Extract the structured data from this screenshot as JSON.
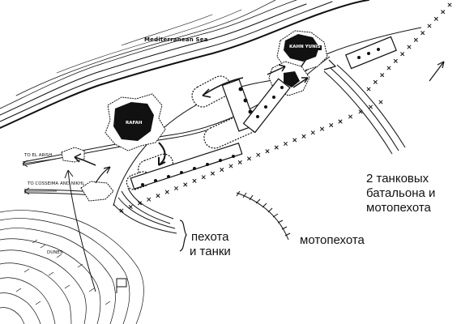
{
  "map": {
    "sea_label": "Mediterranean Sea",
    "towns": {
      "rafah": "RAFAH",
      "khan_yunis": "KAHN YUNIS"
    },
    "road_labels": {
      "to_el_arish": "TO EL ARISH",
      "to_quseima": "TO COSSEIMA AND NIKHL"
    },
    "dunes_label": "DUNES",
    "annotations": {
      "tank_battalions": [
        "2 танковых",
        "батальона и",
        "мотопехота"
      ],
      "infantry_tanks": [
        "пехота",
        "и танки"
      ],
      "motorized_infantry": "мотопехота"
    },
    "colors": {
      "ink": "#111111",
      "background": "#ffffff"
    }
  }
}
